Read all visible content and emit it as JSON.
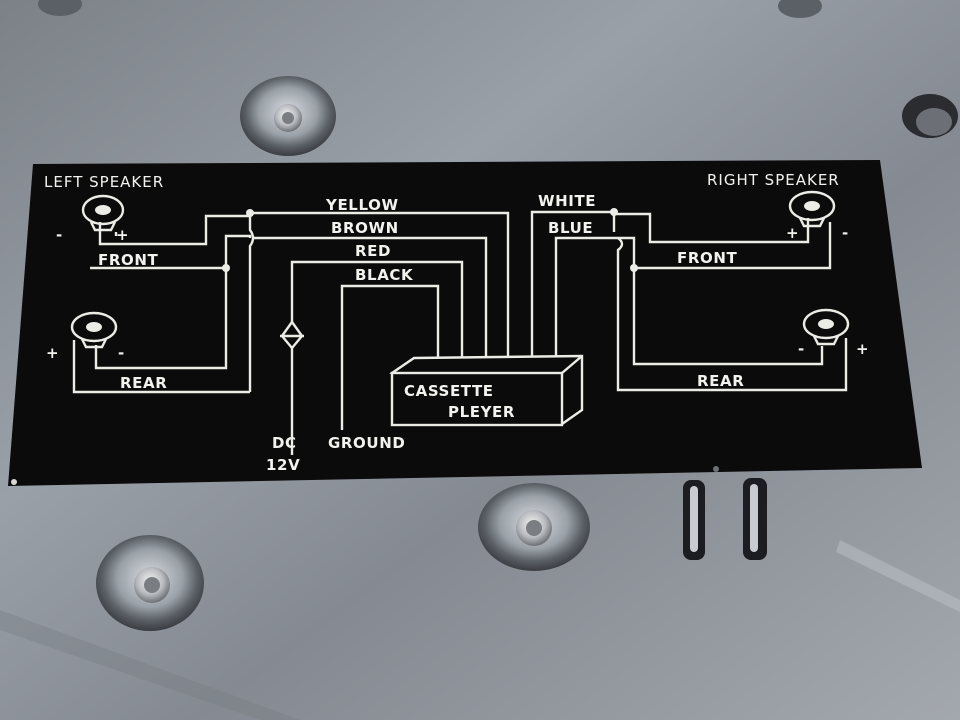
{
  "plate": {
    "left_header": "LEFT SPEAKER",
    "right_header": "RIGHT SPEAKER",
    "wires": {
      "yellow": "YELLOW",
      "brown": "BROWN",
      "red": "RED",
      "black": "BLACK",
      "white": "WHITE",
      "blue": "BLUE"
    },
    "left_front": "FRONT",
    "left_rear": "REAR",
    "right_front": "FRONT",
    "right_rear": "REAR",
    "cassette_line1": "CASSETTE",
    "cassette_line2": "PLEYER",
    "dc_line1": "DC",
    "dc_line2": "12V",
    "ground": "GROUND",
    "plus": "+",
    "minus": "-"
  },
  "colors": {
    "plate": "#0b0b0c",
    "print": "#ecece6",
    "metal": "#8a8f96"
  }
}
